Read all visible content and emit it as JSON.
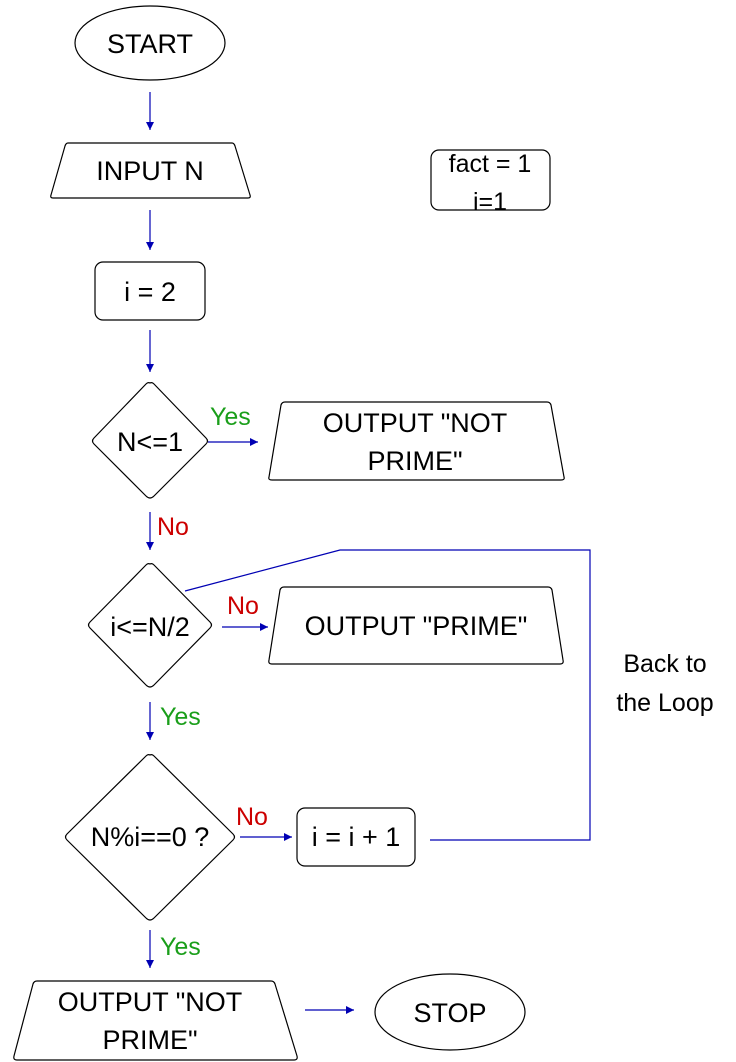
{
  "colors": {
    "connector": "#0000b3",
    "yes_label": "#1a9e1a",
    "no_label": "#cc0000",
    "shape_stroke": "#000000",
    "background": "#ffffff"
  },
  "nodes": {
    "start": "START",
    "input_n": "INPUT N",
    "init_vars_line1": "fact = 1",
    "init_vars_line2": "i=1",
    "assign_i": "i = 2",
    "decision_n_le_1": "N<=1",
    "output_not_prime_top_line1": "OUTPUT \"NOT",
    "output_not_prime_top_line2": "PRIME\"",
    "decision_i_le_n2": "i<=N/2",
    "output_prime": "OUTPUT \"PRIME\"",
    "decision_mod": "N%i==0 ?",
    "increment_i": "i = i + 1",
    "output_not_prime_bottom_line1": "OUTPUT \"NOT",
    "output_not_prime_bottom_line2": "PRIME\"",
    "stop": "STOP"
  },
  "edge_labels": {
    "yes_n_le_1": "Yes",
    "no_n_le_1": "No",
    "no_i_le_n2": "No",
    "yes_i_le_n2": "Yes",
    "no_mod": "No",
    "yes_mod": "Yes"
  },
  "annotations": {
    "loop_note_line1": "Back to",
    "loop_note_line2": "the Loop"
  }
}
